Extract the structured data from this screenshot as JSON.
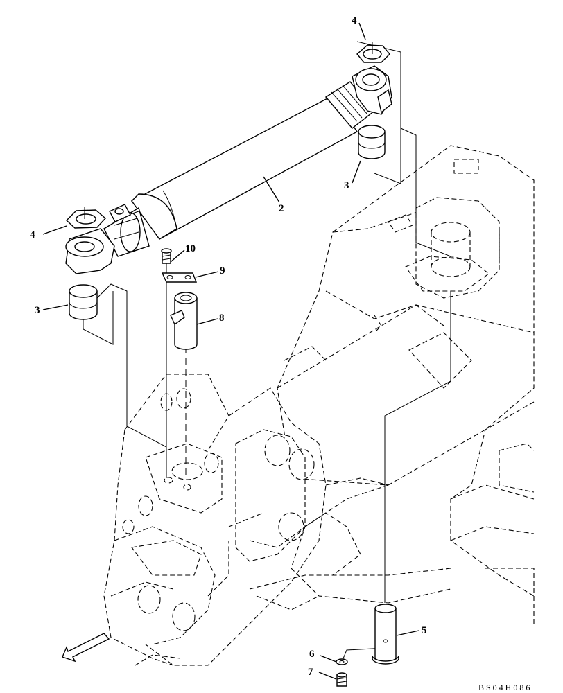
{
  "diagram": {
    "drawing_code": "BS04H086",
    "callouts": [
      {
        "id": "c2",
        "label": "2"
      },
      {
        "id": "c3a",
        "label": "3"
      },
      {
        "id": "c3b",
        "label": "3"
      },
      {
        "id": "c4a",
        "label": "4"
      },
      {
        "id": "c4b",
        "label": "4"
      },
      {
        "id": "c5",
        "label": "5"
      },
      {
        "id": "c6",
        "label": "6"
      },
      {
        "id": "c7",
        "label": "7"
      },
      {
        "id": "c8",
        "label": "8"
      },
      {
        "id": "c9",
        "label": "9"
      },
      {
        "id": "c10",
        "label": "10"
      }
    ],
    "icons": [
      "front-direction-arrow-icon"
    ]
  }
}
